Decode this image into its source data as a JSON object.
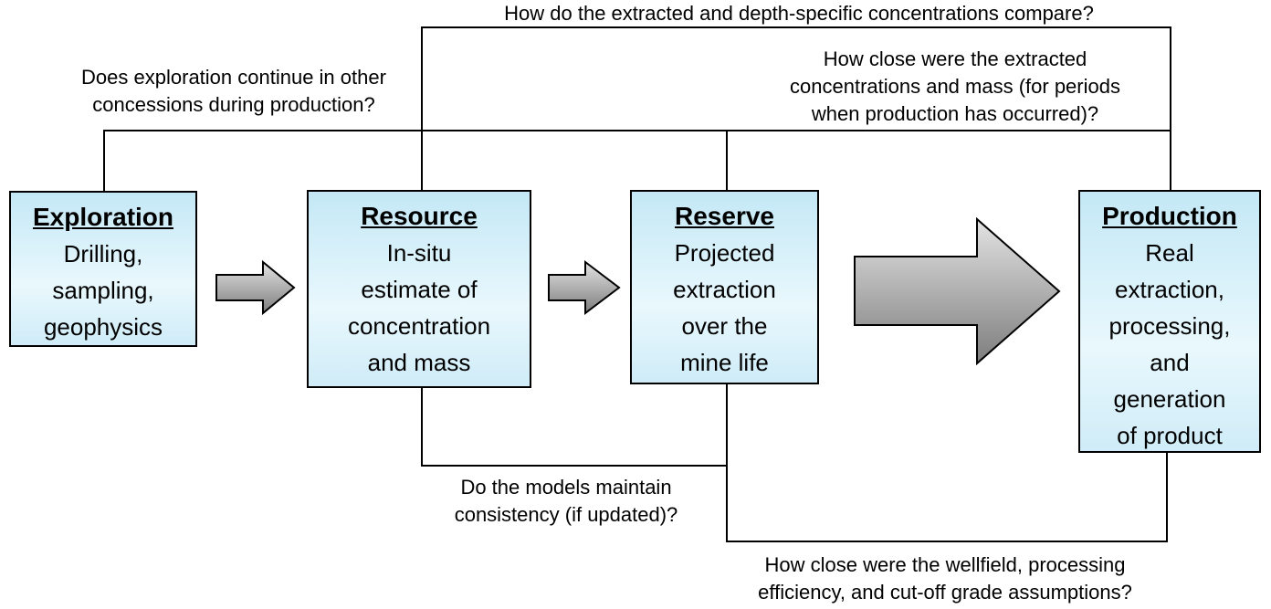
{
  "boxes": [
    {
      "title": "Exploration",
      "lines": [
        "Drilling,",
        "sampling,",
        "geophysics"
      ]
    },
    {
      "title": "Resource",
      "lines": [
        "In-situ",
        "estimate of",
        "concentration",
        "and mass"
      ]
    },
    {
      "title": "Reserve",
      "lines": [
        "Projected",
        "extraction",
        "over the",
        "mine life"
      ]
    },
    {
      "title": "Production",
      "lines": [
        "Real",
        "extraction,",
        "processing,",
        "and",
        "generation",
        "of product"
      ]
    }
  ],
  "questions": [
    {
      "id": "resource-production-top",
      "lines": [
        "How do the extracted and depth-specific concentrations compare?"
      ]
    },
    {
      "id": "exploration-production-top",
      "lines": [
        "Does exploration continue in other",
        "concessions during production?"
      ]
    },
    {
      "id": "reserve-production-top",
      "lines": [
        "How close were the extracted",
        "concentrations and mass (for periods",
        "when production has occurred)?"
      ]
    },
    {
      "id": "resource-reserve-bottom",
      "lines": [
        "Do the models maintain",
        "consistency (if updated)?"
      ]
    },
    {
      "id": "reserve-production-bottom",
      "lines": [
        "How close were the wellfield, processing",
        "efficiency, and cut-off grade assumptions?"
      ]
    }
  ],
  "arrows": [
    {
      "name": "exploration-to-resource"
    },
    {
      "name": "resource-to-reserve"
    },
    {
      "name": "reserve-to-production"
    }
  ],
  "colors": {
    "background": "#ffffff",
    "text": "#000000",
    "box_border": "#000000",
    "box_fill_top": "#c4e8f6",
    "box_fill_bottom": "#e9f8fd",
    "connector": "#000000",
    "arrow_fill_light": "#e3e3e3",
    "arrow_fill_dark": "#7d7d7d",
    "arrow_border": "#000000"
  }
}
